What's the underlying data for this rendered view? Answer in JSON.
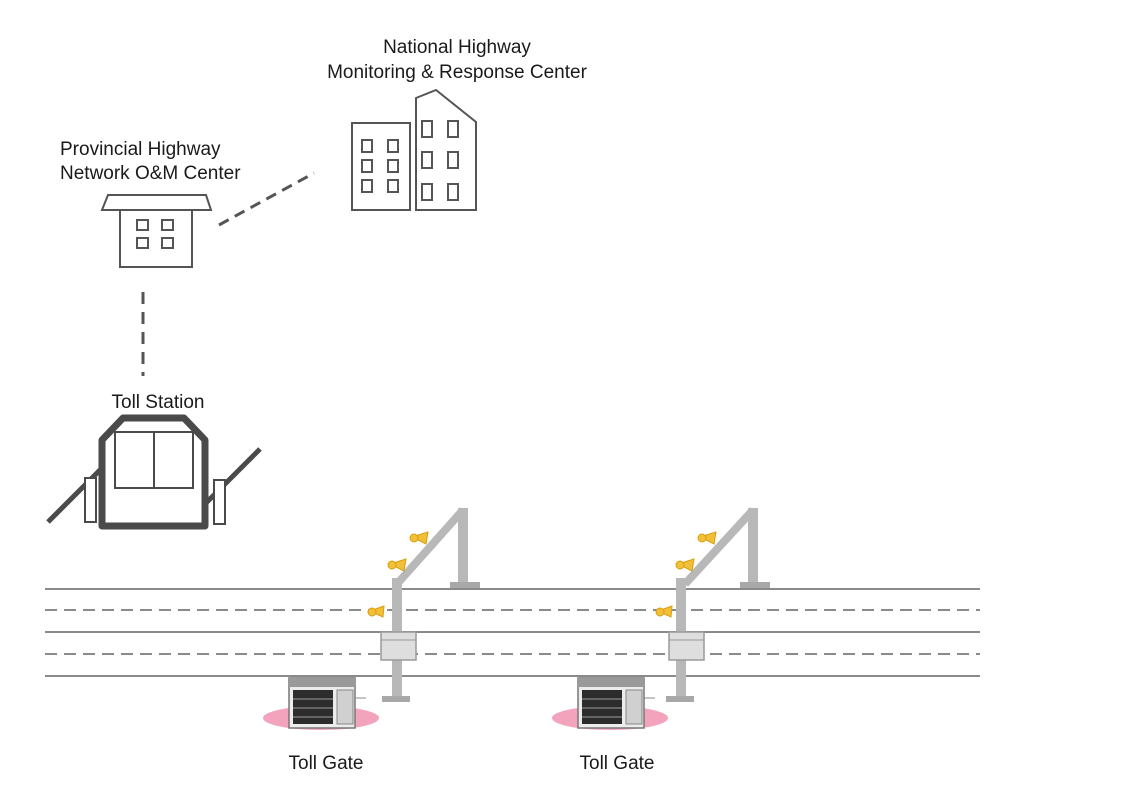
{
  "labels": {
    "national_center_line1": "National Highway",
    "national_center_line2": "Monitoring & Response Center",
    "provincial_center_line1": "Provincial  Highway",
    "provincial_center_line2": "Network O&M Center",
    "toll_station": "Toll Station",
    "toll_gate_1": "Toll Gate",
    "toll_gate_2": "Toll Gate"
  },
  "colors": {
    "outline": "#555555",
    "toll_station": "#4a4a4a",
    "road": "#8a8a8a",
    "pole": "#b8b8b8",
    "antenna": "#f2c038",
    "gate_glow": "#f4a3bd"
  }
}
